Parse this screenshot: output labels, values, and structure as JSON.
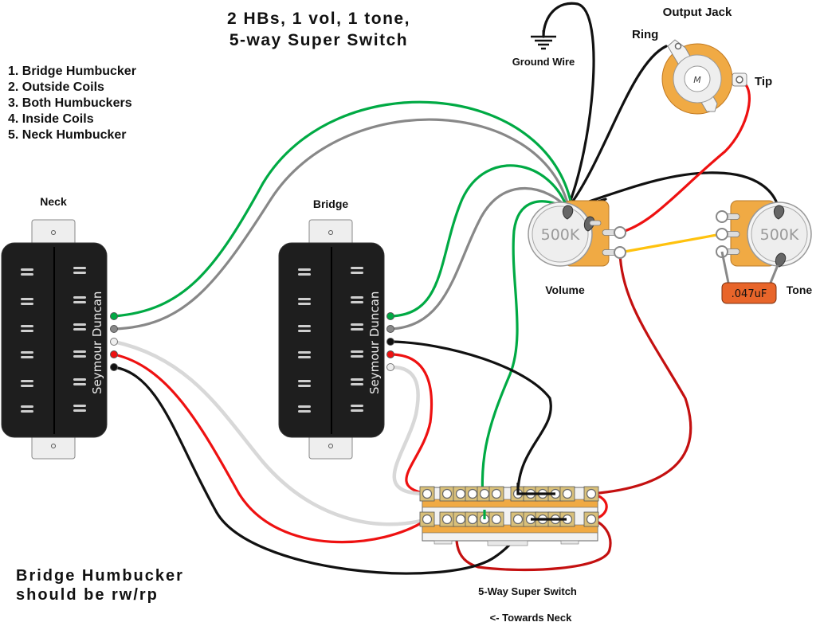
{
  "title": {
    "line1": "2 HBs, 1 vol, 1 tone,",
    "line2": "5-way Super Switch"
  },
  "switch_positions": [
    "1. Bridge Humbucker",
    "2. Outside Coils",
    "3. Both Humbuckers",
    "4. Inside Coils",
    "5. Neck Humbucker"
  ],
  "pickups": {
    "neck": {
      "label": "Neck",
      "brand": "Seymour Duncan",
      "lead_order": [
        "green",
        "gray",
        "white",
        "red",
        "black"
      ]
    },
    "bridge": {
      "label": "Bridge",
      "brand": "Seymour Duncan",
      "lead_order": [
        "green",
        "gray",
        "black",
        "red",
        "white"
      ]
    }
  },
  "ground": {
    "label": "Ground Wire"
  },
  "output_jack": {
    "label": "Output Jack",
    "ring_label": "Ring",
    "tip_label": "Tip",
    "center_mark": "M"
  },
  "volume_pot": {
    "label": "Volume",
    "value": "500K"
  },
  "tone_pot": {
    "label": "Tone",
    "value": "500K"
  },
  "capacitor": {
    "value": ".047uF",
    "color": "#e8652a"
  },
  "super_switch": {
    "label": "5-Way Super Switch",
    "direction_note": "<- Towards Neck"
  },
  "note": {
    "line1": "Bridge Humbucker",
    "line2": "should be rw/rp"
  },
  "colors": {
    "green": "#00aa44",
    "gray": "#888888",
    "white": "#d8d8d8",
    "red": "#ee1111",
    "darkred": "#c41010",
    "black": "#111111",
    "yellow": "#ffc20e",
    "orange": "#f5a83a"
  }
}
